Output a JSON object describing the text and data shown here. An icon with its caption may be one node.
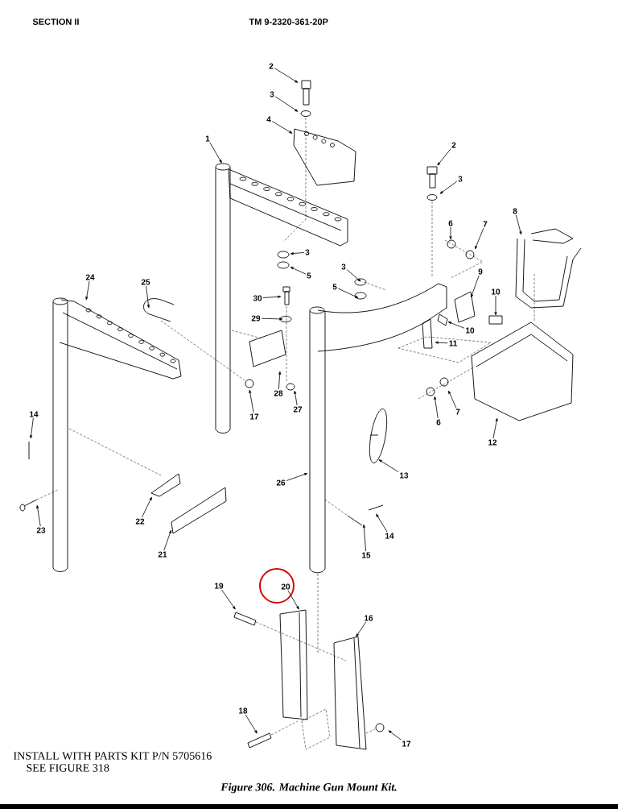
{
  "diagram": {
    "caption": "Figure 306. Machine Gun Mount Kit.",
    "nodes": [
      {
        "text": [
          "2"
        ]
      },
      {
        "text": [
          "3"
        ]
      },
      {
        "text": [
          "4"
        ]
      },
      {
        "text": [
          "1"
        ]
      },
      {
        "text": [
          "2"
        ]
      },
      {
        "text": [
          "3"
        ]
      },
      {
        "text": [
          "8"
        ]
      },
      {
        "text": [
          "6"
        ]
      },
      {
        "text": [
          "7"
        ]
      },
      {
        "text": [
          "3"
        ]
      },
      {
        "text": [
          "5"
        ]
      },
      {
        "text": [
          "3"
        ]
      },
      {
        "text": [
          "24"
        ]
      },
      {
        "text": [
          "25"
        ]
      },
      {
        "text": [
          "5"
        ]
      },
      {
        "text": [
          "9"
        ]
      },
      {
        "text": [
          "10"
        ]
      },
      {
        "text": [
          "30"
        ]
      },
      {
        "text": [
          "29"
        ]
      },
      {
        "text": [
          "10"
        ]
      },
      {
        "text": [
          "11"
        ]
      },
      {
        "text": [
          "28"
        ]
      },
      {
        "text": [
          "27"
        ]
      },
      {
        "text": [
          "17"
        ]
      },
      {
        "text": [
          "14"
        ]
      },
      {
        "text": [
          "6"
        ]
      },
      {
        "text": [
          "7"
        ]
      },
      {
        "text": [
          "12"
        ]
      },
      {
        "text": [
          "13"
        ]
      },
      {
        "text": [
          "26"
        ]
      },
      {
        "text": [
          "22"
        ]
      },
      {
        "text": [
          "23"
        ]
      },
      {
        "text": [
          "14"
        ]
      },
      {
        "text": [
          "21"
        ]
      },
      {
        "text": [
          "15"
        ]
      },
      {
        "text": [
          "19"
        ]
      },
      {
        "text": [
          "20"
        ]
      },
      {
        "text": [
          "16"
        ]
      },
      {
        "text": [
          "18"
        ]
      },
      {
        "text": [
          "17"
        ]
      }
    ],
    "edges": [
      {
        "from": 0,
        "to": null,
        "arrow": "to"
      },
      {
        "from": 1,
        "to": null,
        "arrow": "to"
      },
      {
        "from": 2,
        "to": null,
        "arrow": "to"
      },
      {
        "from": 3,
        "to": null,
        "arrow": "to"
      },
      {
        "from": 4,
        "to": null,
        "arrow": "to"
      },
      {
        "from": 5,
        "to": null,
        "arrow": "to"
      },
      {
        "from": 6,
        "to": null,
        "arrow": "to"
      },
      {
        "from": 7,
        "to": null,
        "arrow": "to"
      },
      {
        "from": 8,
        "to": null,
        "arrow": "to"
      },
      {
        "from": 9,
        "to": null,
        "arrow": "to"
      },
      {
        "from": 10,
        "to": null,
        "arrow": "to"
      },
      {
        "from": 11,
        "to": null,
        "arrow": "to"
      },
      {
        "from": 12,
        "to": null,
        "arrow": "to"
      },
      {
        "from": 13,
        "to": null,
        "arrow": "to"
      },
      {
        "from": 14,
        "to": null,
        "arrow": "to"
      },
      {
        "from": 15,
        "to": null,
        "arrow": "to"
      },
      {
        "from": 16,
        "to": null,
        "arrow": "to"
      },
      {
        "from": 17,
        "to": null,
        "arrow": "to"
      },
      {
        "from": 18,
        "to": null,
        "arrow": "to"
      },
      {
        "from": 19,
        "to": null,
        "arrow": "to"
      },
      {
        "from": 20,
        "to": null,
        "arrow": "to"
      },
      {
        "from": 21,
        "to": null,
        "arrow": "to"
      },
      {
        "from": 22,
        "to": null,
        "arrow": "to"
      },
      {
        "from": 23,
        "to": null,
        "arrow": "to"
      },
      {
        "from": 24,
        "to": null,
        "arrow": "to"
      },
      {
        "from": 25,
        "to": null,
        "arrow": "to"
      },
      {
        "from": 26,
        "to": null,
        "arrow": "to"
      },
      {
        "from": 27,
        "to": null,
        "arrow": "to"
      },
      {
        "from": 28,
        "to": null,
        "arrow": "to"
      },
      {
        "from": 29,
        "to": null,
        "arrow": "to"
      },
      {
        "from": 30,
        "to": null,
        "arrow": "to"
      },
      {
        "from": 31,
        "to": null,
        "arrow": "to"
      },
      {
        "from": 32,
        "to": null,
        "arrow": "to"
      },
      {
        "from": 33,
        "to": null,
        "arrow": "to"
      },
      {
        "from": 34,
        "to": null,
        "arrow": "to"
      },
      {
        "from": 35,
        "to": null,
        "arrow": "to"
      },
      {
        "from": 36,
        "to": null,
        "arrow": "to"
      },
      {
        "from": 37,
        "to": null,
        "arrow": "to"
      },
      {
        "from": 38,
        "to": null,
        "arrow": "to"
      },
      {
        "from": 39,
        "to": null,
        "arrow": "to"
      }
    ],
    "labels": [
      "SECTION II",
      "TM 9-2320-361-20P",
      "INSTALL WITH PARTS KIT P/N 5705616",
      "SEE FIGURE 318"
    ]
  }
}
